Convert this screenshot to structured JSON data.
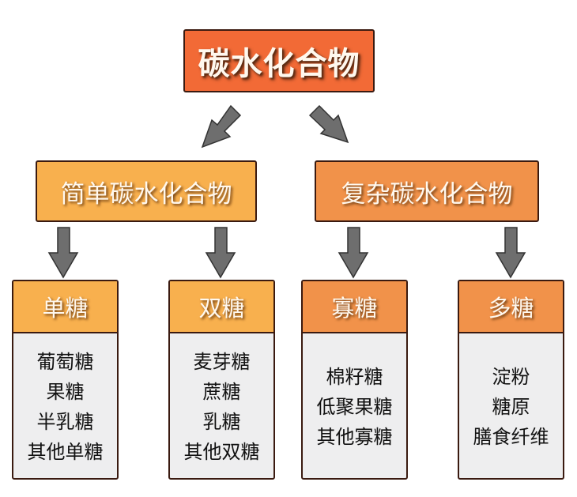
{
  "title": "碳水化合物",
  "categories": [
    {
      "label": "简单碳水化合物",
      "children": [
        {
          "label": "单糖",
          "items": [
            "葡萄糖",
            "果糖",
            "半乳糖",
            "其他单糖"
          ]
        },
        {
          "label": "双糖",
          "items": [
            "麦芽糖",
            "蔗糖",
            "乳糖",
            "其他双糖"
          ]
        }
      ]
    },
    {
      "label": "复杂碳水化合物",
      "children": [
        {
          "label": "寡糖",
          "items": [
            "棉籽糖",
            "低聚果糖",
            "其他寡糖"
          ]
        },
        {
          "label": "多糖",
          "items": [
            "淀粉",
            "糖原",
            "膳食纤维"
          ]
        }
      ]
    }
  ],
  "colors": {
    "root": "#f26a36",
    "simple": "#f8b04e",
    "complex": "#f1924a",
    "arrow": "#6e6e6e",
    "leaf_body": "#eeeeef"
  }
}
